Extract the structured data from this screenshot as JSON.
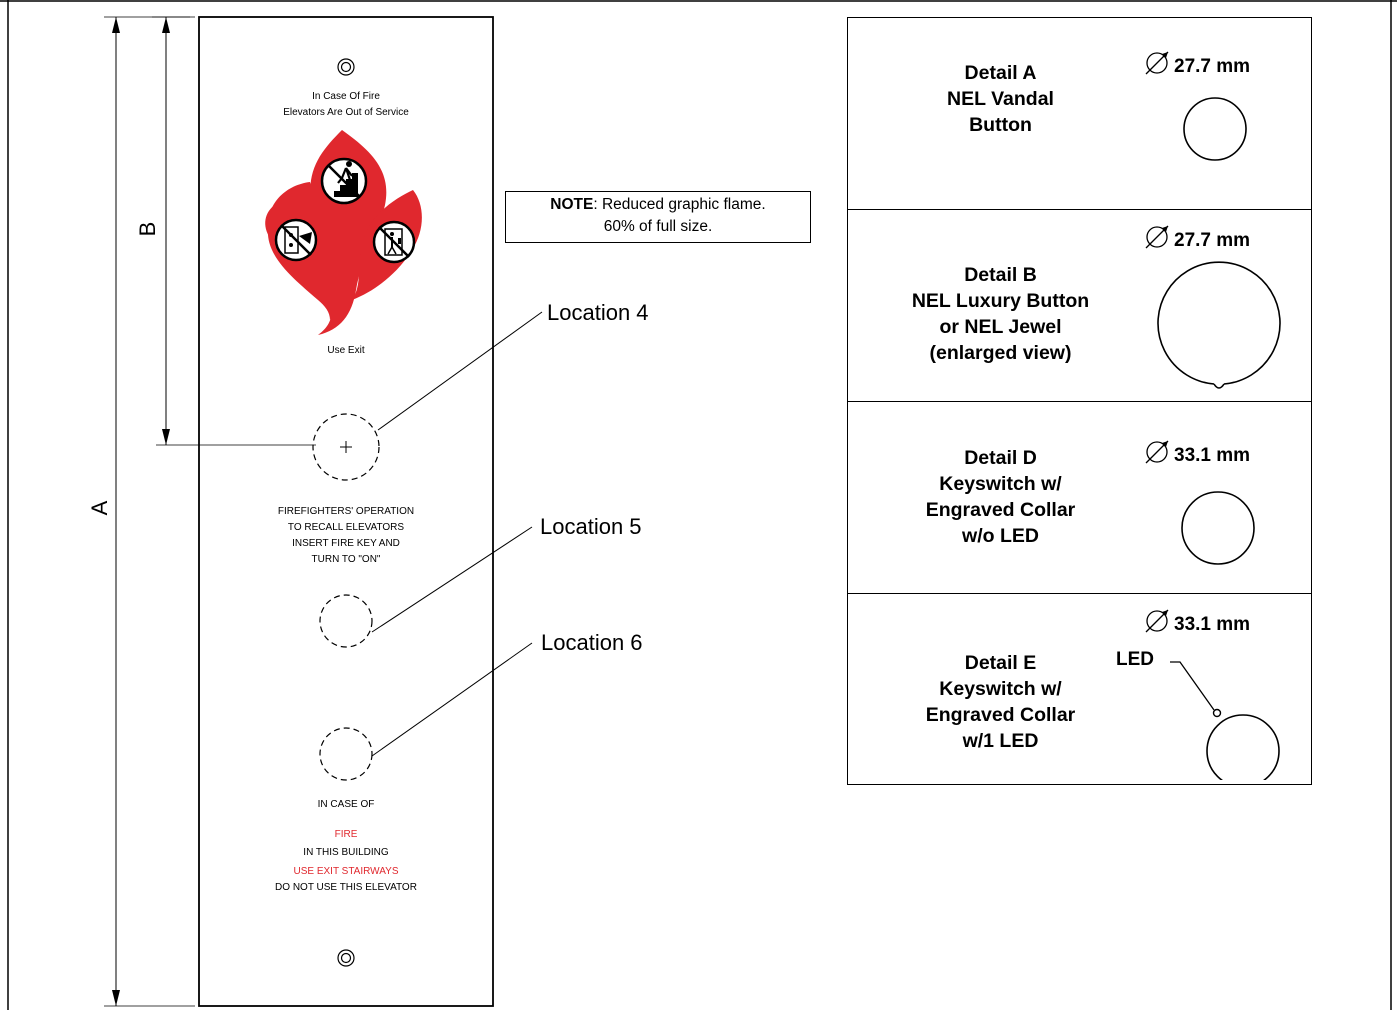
{
  "panel": {
    "top_caption_1": "In Case Of Fire",
    "top_caption_2": "Elevators Are Out of Service",
    "use_exit_caption": "Use Exit",
    "ff_line_1": "FIREFIGHTERS' OPERATION",
    "ff_line_2": "TO RECALL ELEVATORS",
    "ff_line_3": "INSERT FIRE KEY AND",
    "ff_line_4": "TURN TO \"ON\"",
    "bottom_line_1": "IN CASE OF",
    "bottom_fire": "FIRE",
    "bottom_line_3": "IN THIS BUILDING",
    "bottom_line_4": "USE EXIT STAIRWAYS",
    "bottom_line_5": "DO NOT USE THIS ELEVATOR",
    "accent_red": "#e0282e"
  },
  "dimensions": {
    "label_a": "A",
    "label_b": "B"
  },
  "locations": {
    "loc4": "Location 4",
    "loc5": "Location 5",
    "loc6": "Location 6"
  },
  "note": {
    "bold": "NOTE",
    "text_1": ": Reduced graphic flame.",
    "text_2": "60% of full size."
  },
  "details": [
    {
      "lines": [
        "Detail A",
        "NEL Vandal",
        "Button"
      ],
      "diameter": "27.7 mm"
    },
    {
      "lines": [
        "Detail B",
        "NEL Luxury Button",
        "or NEL Jewel",
        "(enlarged view)"
      ],
      "diameter": "27.7 mm"
    },
    {
      "lines": [
        "Detail D",
        "Keyswitch w/",
        "Engraved Collar",
        "w/o LED"
      ],
      "diameter": "33.1 mm"
    },
    {
      "lines": [
        "Detail E",
        "Keyswitch w/",
        "Engraved Collar",
        "w/1 LED"
      ],
      "diameter": "33.1 mm",
      "led_label": "LED"
    }
  ],
  "icons": [
    "diameter-icon",
    "flame-icon",
    "no-elevator-icon",
    "stairs-icon",
    "no-person-elevator-icon",
    "screw-hole-icon"
  ]
}
